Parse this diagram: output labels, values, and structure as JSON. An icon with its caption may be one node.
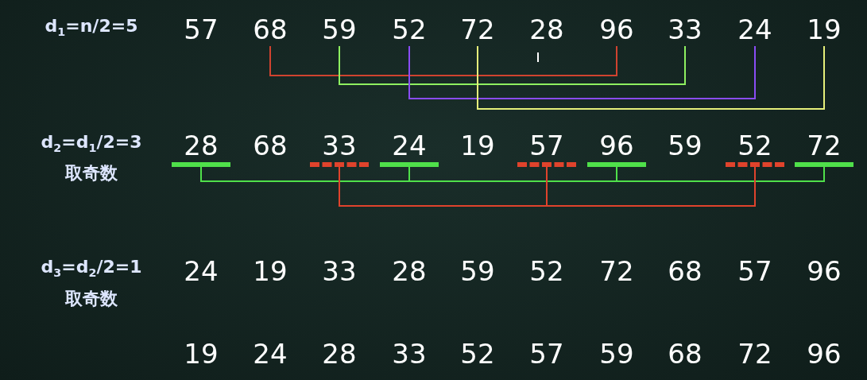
{
  "diagram": {
    "nodes": [
      {
        "text": [
          "57"
        ]
      },
      {
        "text": [
          "68"
        ]
      },
      {
        "text": [
          "59"
        ]
      },
      {
        "text": [
          "52"
        ]
      },
      {
        "text": [
          "72"
        ]
      },
      {
        "text": [
          "28"
        ]
      },
      {
        "text": [
          "96"
        ]
      },
      {
        "text": [
          "33"
        ]
      },
      {
        "text": [
          "24"
        ]
      },
      {
        "text": [
          "19"
        ]
      },
      {
        "text": [
          "28"
        ]
      },
      {
        "text": [
          "68"
        ]
      },
      {
        "text": [
          "33"
        ]
      },
      {
        "text": [
          "24"
        ]
      },
      {
        "text": [
          "19"
        ]
      },
      {
        "text": [
          "57"
        ]
      },
      {
        "text": [
          "96"
        ]
      },
      {
        "text": [
          "59"
        ]
      },
      {
        "text": [
          "52"
        ]
      },
      {
        "text": [
          "72"
        ]
      }
    ],
    "edges": [
      {
        "from": 1,
        "to": 6,
        "arrow": "none",
        "color": "#d0432f"
      },
      {
        "from": 2,
        "to": 7,
        "arrow": "none",
        "color": "#8ef060"
      },
      {
        "from": 3,
        "to": 8,
        "arrow": "none",
        "color": "#8a4cf5"
      },
      {
        "from": 4,
        "to": 9,
        "arrow": "none",
        "color": "#e6ef7a"
      },
      {
        "from": 10,
        "to": 13,
        "arrow": "none",
        "color": "#4fe04a"
      },
      {
        "from": 13,
        "to": 16,
        "arrow": "none",
        "color": "#4fe04a"
      },
      {
        "from": 16,
        "to": 19,
        "arrow": "none",
        "color": "#4fe04a"
      },
      {
        "from": 12,
        "to": 15,
        "arrow": "none",
        "color": "#e0432c"
      },
      {
        "from": 15,
        "to": 18,
        "arrow": "none",
        "color": "#e0432c"
      }
    ],
    "labels": [
      "d$_{1}$=n/2=5",
      "d$_{2}$=d$_{1}$/2=3",
      "取奇数",
      "d$_{3}$=d$_{2}$/2=1",
      "取奇数",
      "24",
      "19",
      "33",
      "28",
      "59",
      "52",
      "72",
      "68",
      "57",
      "96",
      "19",
      "24",
      "28",
      "33",
      "52",
      "57",
      "59",
      "68",
      "72",
      "96"
    ]
  }
}
